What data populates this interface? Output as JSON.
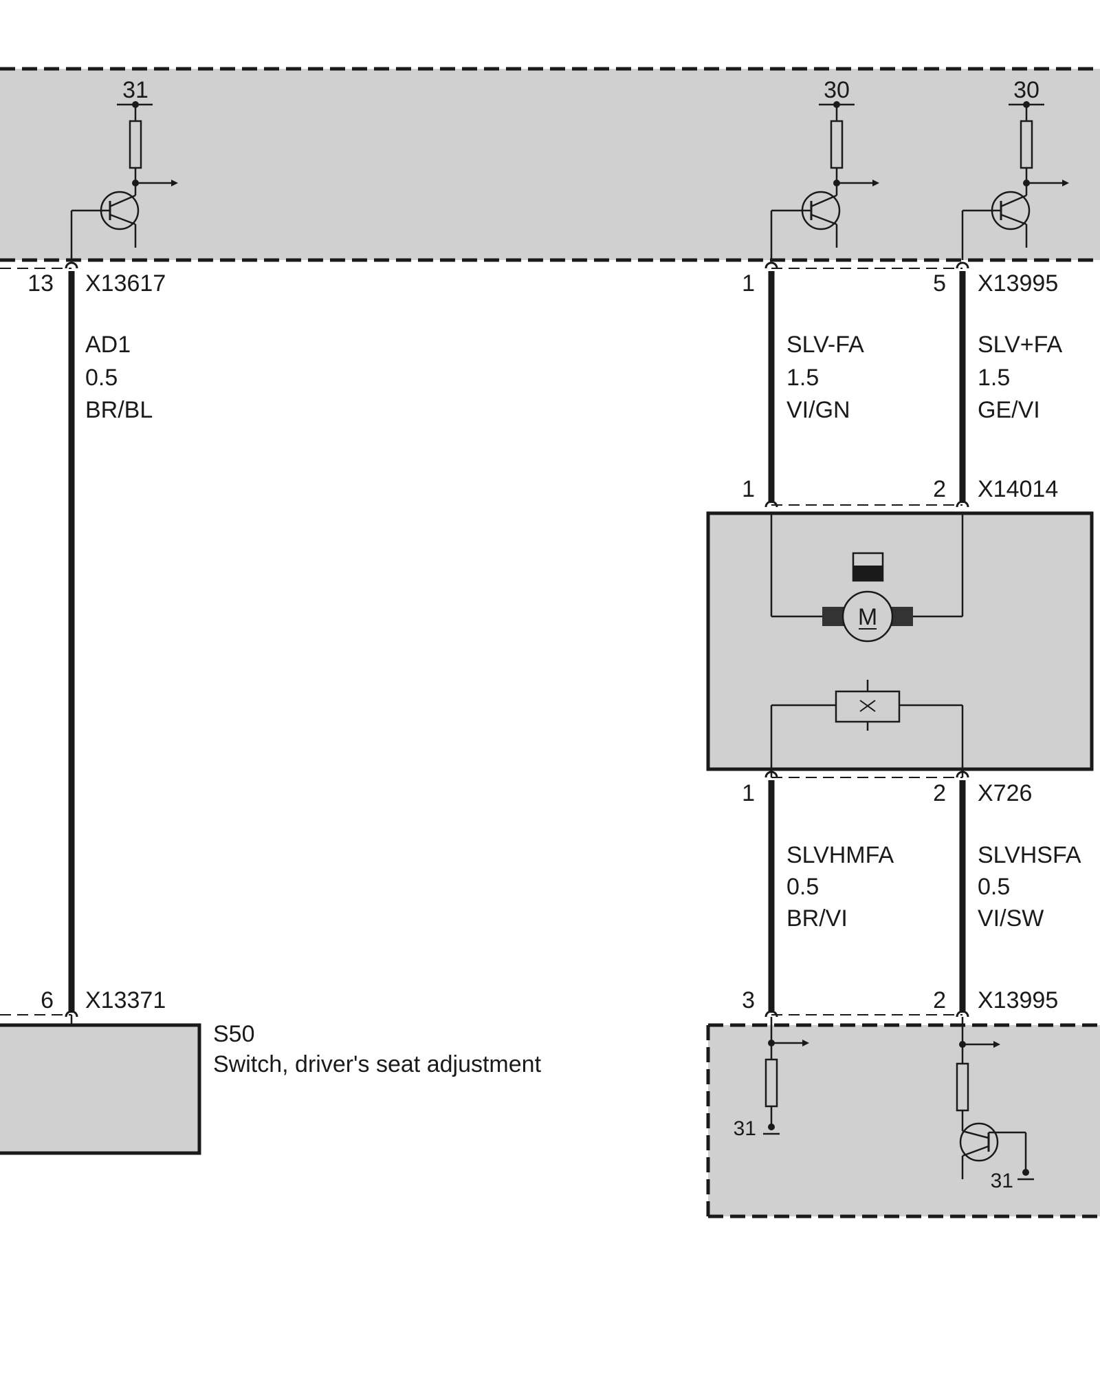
{
  "colors": {
    "module_fill": "#d0d0d0",
    "line": "#1a1a1a",
    "background": "#ffffff"
  },
  "top_module": {
    "supply_left": "31",
    "supply_mid": "30",
    "supply_right": "30"
  },
  "wires": {
    "ad1": {
      "pin_top": "13",
      "connector_top": "X13617",
      "name": "AD1",
      "gauge": "0.5",
      "color": "BR/BL",
      "pin_bottom": "6",
      "connector_bottom": "X13371"
    },
    "slv_minus": {
      "pin_top": "1",
      "name": "SLV-FA",
      "gauge": "1.5",
      "color": "VI/GN",
      "pin_bottom": "1"
    },
    "slv_plus": {
      "pin_top": "5",
      "connector_top": "X13995",
      "name": "SLV+FA",
      "gauge": "1.5",
      "color": "GE/VI",
      "pin_bottom": "2",
      "connector_bottom": "X14014"
    },
    "slvhmfa": {
      "pin_top": "1",
      "name": "SLVHMFA",
      "gauge": "0.5",
      "color": "BR/VI",
      "pin_bottom": "3"
    },
    "slvhsfa": {
      "pin_top": "2",
      "connector_top": "X726",
      "name": "SLVHSFA",
      "gauge": "0.5",
      "color": "VI/SW",
      "pin_bottom": "2",
      "connector_bottom": "X13995"
    }
  },
  "motor_module": {
    "motor_letter": "M"
  },
  "switch_module": {
    "code": "S50",
    "description": "Switch, driver's seat adjustment"
  },
  "bottom_module": {
    "ground_left": "31",
    "ground_right": "31"
  }
}
